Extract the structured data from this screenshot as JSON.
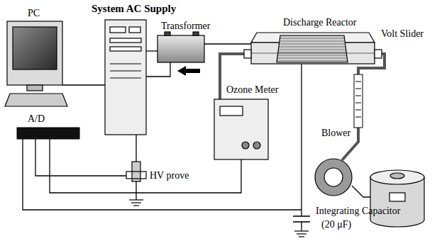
{
  "diagram": {
    "labels": [
      "System AC Supply",
      "PC",
      "Transformer",
      "Discharge Reactor",
      "Volt Slider",
      "Ozone Meter",
      "Blower",
      "A/D",
      "HV prove",
      "Integrating Capacitor",
      "(20 μF)"
    ]
  }
}
